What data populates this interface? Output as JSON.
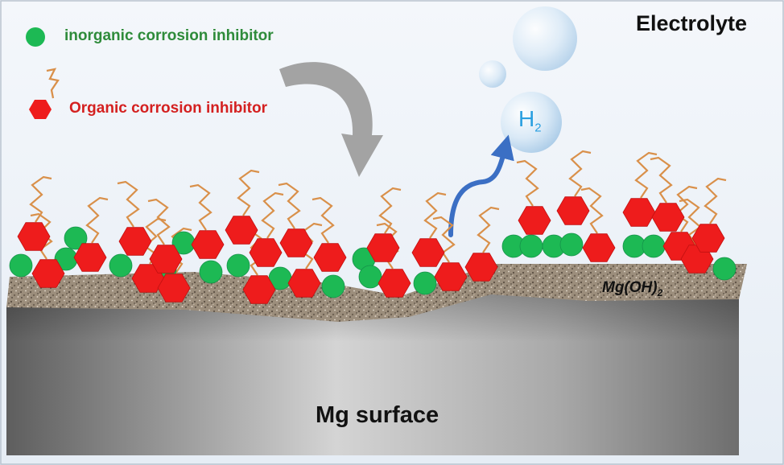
{
  "labels": {
    "electrolyte": "Electrolyte",
    "inorganic_inhibitor": "inorganic corrosion inhibitor",
    "organic_inhibitor": "Organic corrosion inhibitor",
    "mg_surface": "Mg surface",
    "hydroxide_base": "Mg(OH)",
    "hydroxide_sub": "2",
    "hydrogen_base": "H",
    "hydrogen_sub": "2"
  },
  "colors": {
    "background": "#eef3f8",
    "inorganic_inhibitor": "#1db954",
    "organic_inhibitor": "#ee1c1c",
    "organic_tail": "#d9904a",
    "hydroxide_layer": "#9a8b79",
    "mg_surface": "#8a8a8a",
    "arrow_grey": "#9e9e9e",
    "arrow_blue": "#3b6fc4",
    "h2_text": "#2a9fe0"
  }
}
